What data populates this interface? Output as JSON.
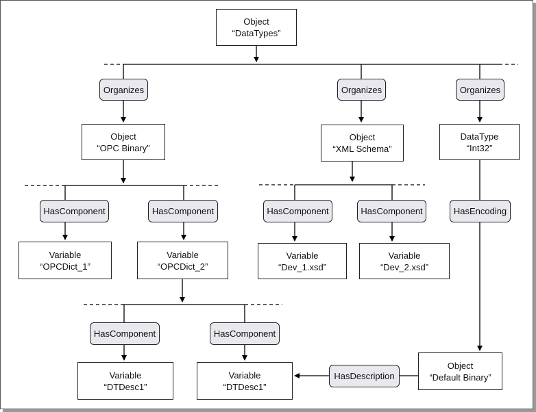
{
  "nodes": {
    "datatypes": {
      "kind": "Object",
      "name": "“DataTypes”"
    },
    "opc_binary": {
      "kind": "Object",
      "name": "“OPC Binary”"
    },
    "xml_schema": {
      "kind": "Object",
      "name": "“XML Schema”"
    },
    "int32": {
      "kind": "DataType",
      "name": "“Int32”"
    },
    "opcdict_1": {
      "kind": "Variable",
      "name": "“OPCDict_1”"
    },
    "opcdict_2": {
      "kind": "Variable",
      "name": "“OPCDict_2”"
    },
    "dev_1": {
      "kind": "Variable",
      "name": "“Dev_1.xsd”"
    },
    "dev_2": {
      "kind": "Variable",
      "name": "“Dev_2.xsd”"
    },
    "dtdesc1_a": {
      "kind": "Variable",
      "name": "“DTDesc1”"
    },
    "dtdesc1_b": {
      "kind": "Variable",
      "name": "“DTDesc1”"
    },
    "default_binary": {
      "kind": "Object",
      "name": "“Default Binary”"
    }
  },
  "references": {
    "organizes_1": "Organizes",
    "organizes_2": "Organizes",
    "organizes_3": "Organizes",
    "hascomp_1": "HasComponent",
    "hascomp_2": "HasComponent",
    "hascomp_3": "HasComponent",
    "hascomp_4": "HasComponent",
    "hascomp_5": "HasComponent",
    "hascomp_6": "HasComponent",
    "hasencoding": "HasEncoding",
    "hasdescription": "HasDescription"
  }
}
